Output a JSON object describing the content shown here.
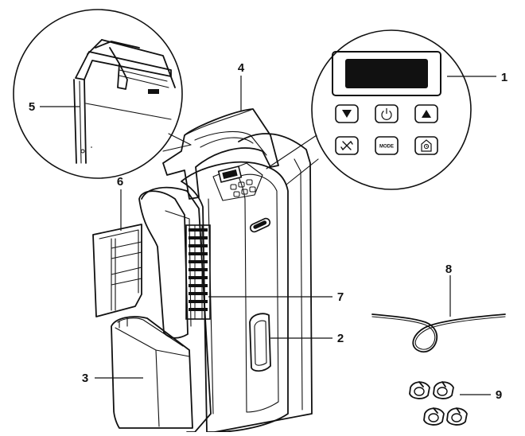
{
  "figure": {
    "callouts": [
      {
        "id": "1",
        "label": "1"
      },
      {
        "id": "2",
        "label": "2"
      },
      {
        "id": "3",
        "label": "3"
      },
      {
        "id": "4",
        "label": "4"
      },
      {
        "id": "5",
        "label": "5"
      },
      {
        "id": "6",
        "label": "6"
      },
      {
        "id": "7",
        "label": "7"
      },
      {
        "id": "8",
        "label": "8"
      },
      {
        "id": "9",
        "label": "9"
      }
    ],
    "control_panel": {
      "mode_key": "MODE",
      "keys": [
        "down-arrow",
        "power",
        "up-arrow",
        "fan",
        "mode",
        "timer"
      ]
    },
    "colors": {
      "ink": "#111111",
      "paper": "#ffffff",
      "screen": "#111111"
    }
  }
}
